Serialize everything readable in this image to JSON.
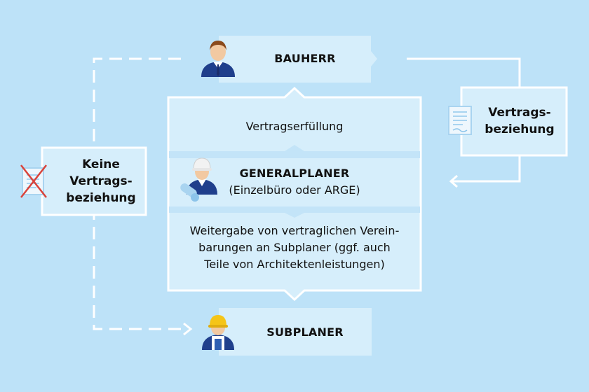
{
  "nodes": {
    "bauherr": {
      "label": "BAUHERR"
    },
    "generalplaner": {
      "top_text": "Vertragserfüllung",
      "title": "GENERALPLANER",
      "subtitle": "(Einzelbüro oder ARGE)",
      "description_lines": [
        "Weitergabe von vertraglichen Verein-",
        "barungen an Subplaner (ggf. auch",
        "Teile von Architektenleistungen)"
      ]
    },
    "subplaner": {
      "label": "SUBPLANER"
    }
  },
  "relations": {
    "keine_vertragsbeziehung": {
      "lines": [
        "Keine",
        "Vertrags-",
        "beziehung"
      ]
    },
    "vertragsbeziehung": {
      "lines": [
        "Vertrags-",
        "beziehung"
      ]
    }
  },
  "colors": {
    "background": "#bde2f8",
    "panel": "#d6eefb",
    "border": "#ffffff",
    "divider": "#c3e4f8",
    "icon_doc": "#a9d4f0",
    "icon_cross": "#d9433b",
    "helmet_white": "#f2f2f2",
    "helmet_yellow": "#f5c518",
    "suit_blue": "#1f3f8c"
  },
  "icons": [
    "businessman-icon",
    "engineer-icon",
    "blueprint-icon",
    "worker-icon",
    "contract-document-icon",
    "crossed-document-icon"
  ]
}
